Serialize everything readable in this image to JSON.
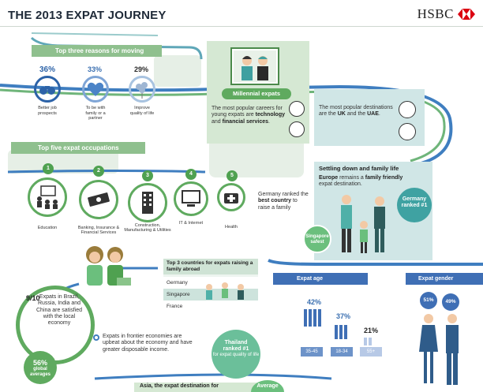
{
  "header": {
    "title": "THE 2013 EXPAT JOURNEY",
    "brand": "HSBC",
    "colors": {
      "brand_red": "#db0011",
      "green": "#5faa5f",
      "blue": "#2d63a8"
    }
  },
  "reasons": {
    "heading": "Top three reasons for moving",
    "items": [
      {
        "pct": "36%",
        "label": "Better job prospects",
        "icon": "binoculars-icon"
      },
      {
        "pct": "33%",
        "label": "To be with family or a partner",
        "icon": "heart-icon"
      },
      {
        "pct": "29%",
        "label": "Improve quality of life",
        "icon": "balloons-icon"
      }
    ]
  },
  "occupations": {
    "heading": "Top five expat occupations",
    "items": [
      {
        "num": "1",
        "label": "Education",
        "icon": "classroom-icon"
      },
      {
        "num": "2",
        "label": "Banking, Insurance & Financial Services",
        "icon": "money-icon"
      },
      {
        "num": "3",
        "label": "Construction, Manufacturing & Utilities",
        "icon": "building-icon"
      },
      {
        "num": "4",
        "label": "IT & Internet",
        "icon": "computer-icon"
      },
      {
        "num": "5",
        "label": "Health",
        "icon": "medical-bag-icon"
      }
    ]
  },
  "millennial": {
    "title": "Millennial expats",
    "text_pre": "The most popular careers for young expats are ",
    "text_b1": "technology",
    "text_mid": " and ",
    "text_b2": "financial services",
    "text_post": ".",
    "dest_pre": "The most popular destinations are the ",
    "dest_b1": "UK",
    "dest_mid": " and the ",
    "dest_b2": "UAE",
    "dest_post": "."
  },
  "settling": {
    "title": "Settling down and family life",
    "text_b": "Europe",
    "text_pre": " remains a ",
    "text_b2": "family friendly",
    "text_post": " expat destination.",
    "germany_badge_1": "Germany",
    "germany_badge_2": "ranked #1",
    "singapore_1": "Singapore",
    "singapore_2": "safest",
    "germany_text_pre": "Germany ranked the ",
    "germany_text_b": "best country",
    "germany_text_post": " to raise a family"
  },
  "countries": {
    "heading": "Top 3 countries for expats raising a family abroad",
    "rows": [
      "Germany",
      "Singapore",
      "France"
    ]
  },
  "satisfied": {
    "ratio": "9/10",
    "text": "Expats in Brazil, Russia, India and China are satisfied with the local economy",
    "global_pct": "56%",
    "global_label": "global averages",
    "frontier": "Expats in frontier economies are upbeat about the economy and have greater disposable income."
  },
  "thailand": {
    "line1": "Thailand",
    "line2": "ranked #1",
    "line3": "for expat quality of life"
  },
  "asia": {
    "text": "Asia, the expat destination for",
    "average": "Average"
  },
  "age": {
    "heading": "Expat age",
    "bars": [
      {
        "pct": "42%",
        "range": "35-45",
        "value": 42
      },
      {
        "pct": "37%",
        "range": "18-34",
        "value": 37
      },
      {
        "pct": "21%",
        "range": "55+",
        "value": 21
      }
    ]
  },
  "gender": {
    "heading": "Expat gender",
    "female_pct": "51%",
    "male_pct": "49%"
  }
}
